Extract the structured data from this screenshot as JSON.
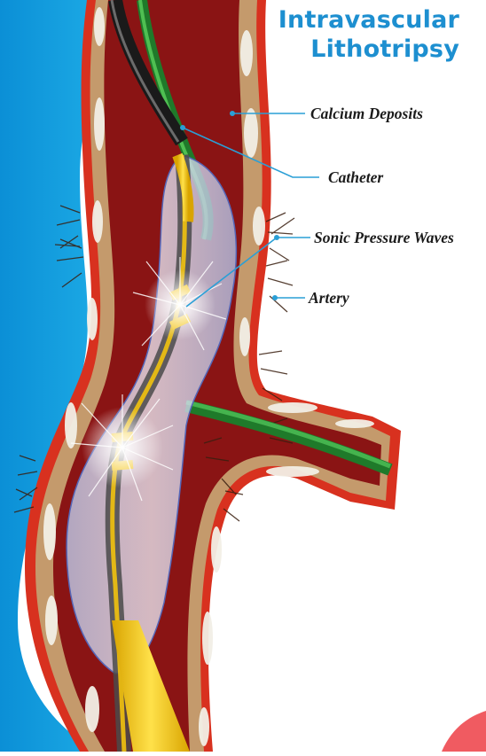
{
  "title": {
    "line1": "Intravascular",
    "line2": "Lithotripsy"
  },
  "labels": {
    "calcium_deposits": "Calcium Deposits",
    "catheter": "Catheter",
    "sonic_pressure_waves": "Sonic Pressure Waves",
    "artery": "Artery"
  },
  "colors": {
    "title_blue": "#1d8fd0",
    "background_blue": "#0aa0e0",
    "artery_red": "#d8311f",
    "artery_wall_tan": "#c49a6c",
    "lumen_dark_red": "#8a1414",
    "calcium_white": "#f2efe6",
    "balloon": "#c9cfe8",
    "catheter_yellow": "#f4c514",
    "guidewire_green": "#2f9a3a",
    "leader_line": "#2a9fd6"
  }
}
